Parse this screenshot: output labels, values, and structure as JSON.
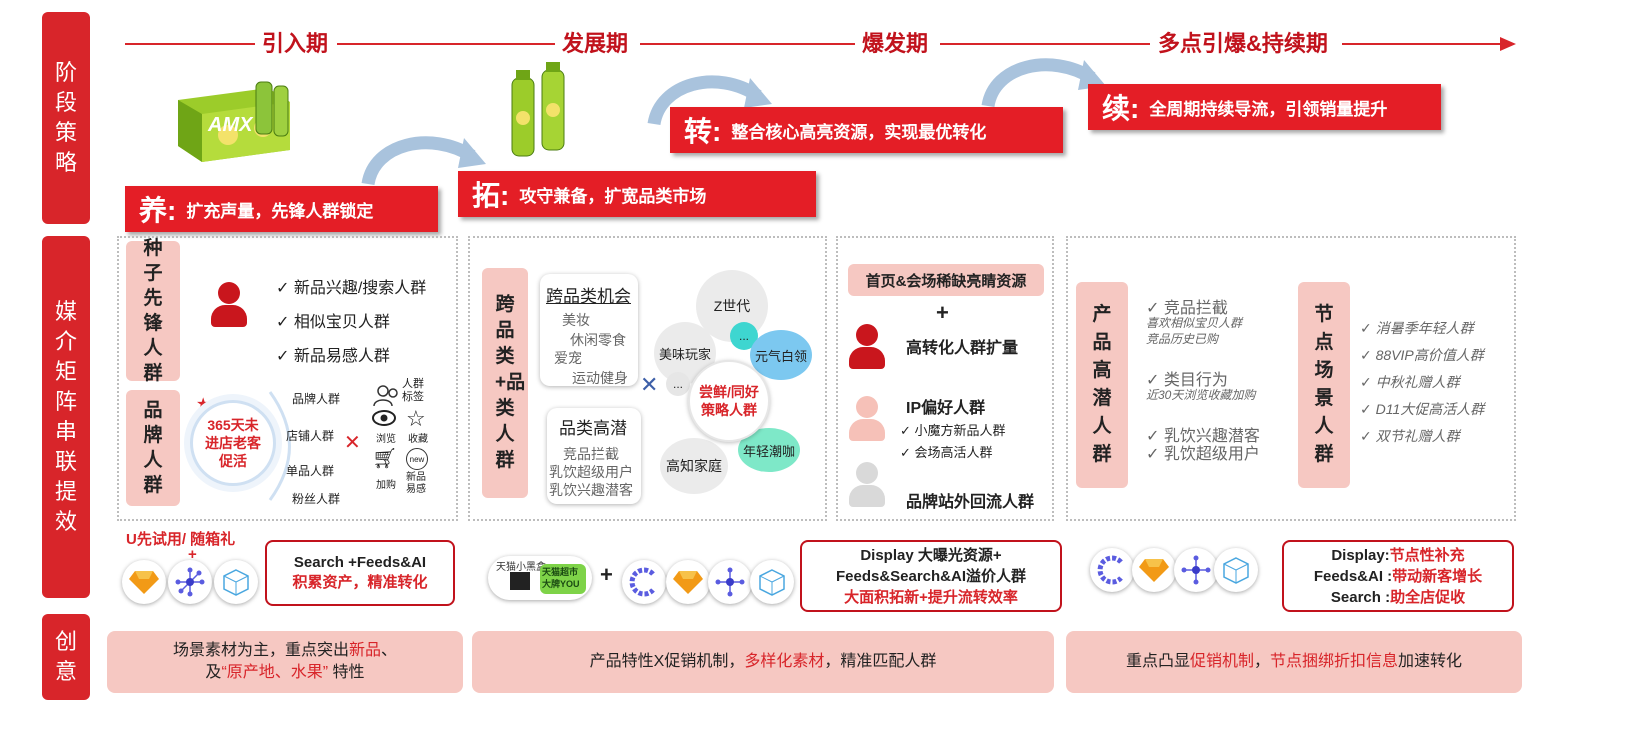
{
  "rows": {
    "strategy": "阶段策略",
    "media": "媒介矩阵串联提效",
    "creative": "创意"
  },
  "phases": [
    "引入期",
    "发展期",
    "爆发期",
    "多点引爆&持续期"
  ],
  "products": {
    "box_brand": "AMX"
  },
  "strategies": [
    {
      "key": "养:",
      "text": "扩充声量，先锋人群锁定"
    },
    {
      "key": "拓:",
      "text": "攻守兼备，扩宽品类市场"
    },
    {
      "key": "转:",
      "text": "整合核心高亮资源，实现最优转化"
    },
    {
      "key": "续:",
      "text": "全周期持续导流，引领销量提升"
    }
  ],
  "col1": {
    "seed_label": "种子先锋人群",
    "seed_items": [
      "✓  新品兴趣/搜索人群",
      "✓  相似宝贝人群",
      "✓  新品易感人群"
    ],
    "brand_label": "品牌人群",
    "promo_circle": "365天未进店老客促活",
    "brand_segments": [
      "品牌人群",
      "店铺人群",
      "单品人群",
      "粉丝人群"
    ],
    "tag_title": "人群标签",
    "tag_items": [
      "浏览",
      "收藏",
      "加购",
      "新品易感"
    ],
    "trial_label": "U先试用/ 随箱礼",
    "plus": "+",
    "box_line1": "Search +Feeds&AI",
    "box_line2": "积累资产，精准转化"
  },
  "col2": {
    "label": "跨品类+品类人群",
    "cross_title": "跨品类机会",
    "cross_items": [
      "美妆",
      "休闲零食",
      "爱宠",
      "运动健身"
    ],
    "cat_title": "品类高潜",
    "cat_items": [
      "竞品拦截",
      "乳饮超级用户",
      "乳饮兴趣潜客"
    ],
    "center": "尝鲜/同好策略人群",
    "bubbles": [
      "Z世代",
      "美味玩家",
      "...",
      "元气白领",
      "...",
      "高知家庭",
      "年轻潮咖"
    ],
    "logo1": "天猫小黑盒",
    "logo2": "天猫超市大牌YOU",
    "plus": "+",
    "box_line1": "Display 大曝光资源+",
    "box_line2": "Feeds&Search&AI溢价人群",
    "box_line3": "大面积拓新+提升流转效率"
  },
  "col3": {
    "header": "首页&会场稀缺亮睛资源",
    "plus": "+",
    "item1": "高转化人群扩量",
    "item2": "IP偏好人群",
    "item2_subs": [
      "✓  小魔方新品人群",
      "✓  会场高活人群"
    ],
    "item3": "品牌站外回流人群"
  },
  "col4": {
    "label1": "产品高潜人群",
    "groups": [
      {
        "title": "✓     竞品拦截",
        "sub": [
          "喜欢相似宝贝人群",
          "竞品历史已购"
        ]
      },
      {
        "title": "✓     类目行为",
        "sub": [
          "近30天浏览收藏加购"
        ]
      },
      {
        "title": "✓     乳饮兴趣潜客",
        "sub": []
      },
      {
        "title": "✓     乳饮超级用户",
        "sub": []
      }
    ],
    "label2": "节点场景人群",
    "node_items": [
      "✓  消暑季年轻人群",
      "✓  88VIP高价值人群",
      "✓  中秋礼赠人群",
      "✓  D11大促高活人群",
      "✓  双节礼赠人群"
    ],
    "box_rows": [
      {
        "k": "Display:",
        "v": "节点性补充"
      },
      {
        "k": "Feeds&AI :",
        "v": "带动新客增长"
      },
      {
        "k": "Search :",
        "v": "助全店促收"
      }
    ]
  },
  "creatives": {
    "c1_line1_a": "场景素材为主，重点突出",
    "c1_line1_b": "新品",
    "c1_line1_c": "、",
    "c1_line2_a": "及",
    "c1_line2_b": "“原产地、水果”",
    "c1_line2_c": " 特性",
    "c2_a": "产品特性X促销机制，",
    "c2_b": "多样化素材",
    "c2_c": "，精准匹配人群",
    "c3_a": "重点凸显",
    "c3_b": "促销机制",
    "c3_c": "，",
    "c3_d": "节点捆绑折扣信息",
    "c3_e": "加速转化"
  },
  "colors": {
    "accent": "#d8252a",
    "pink": "#f6c8c2"
  }
}
